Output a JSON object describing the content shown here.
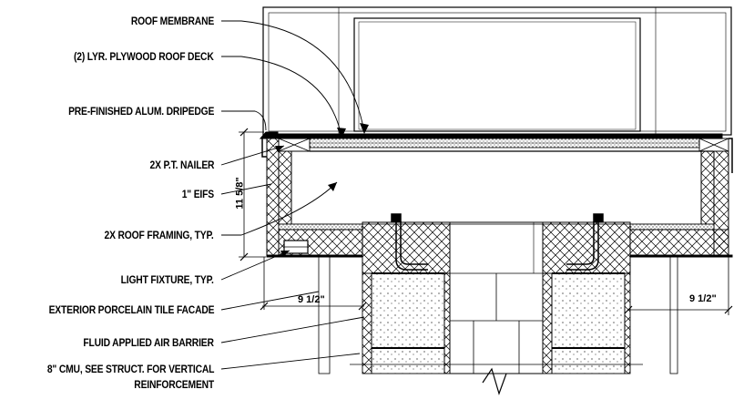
{
  "labels": {
    "roof_membrane": "ROOF MEMBRANE",
    "plywood_deck": "(2) LYR. PLYWOOD ROOF DECK",
    "dripedge": "PRE-FINISHED ALUM. DRIPEDGE",
    "nailer": "2X P.T. NAILER",
    "eifs": "1\" EIFS",
    "roof_framing": "2X ROOF FRAMING, TYP.",
    "light_fixture": "LIGHT FIXTURE, TYP.",
    "tile_facade": "EXTERIOR PORCELAIN TILE FACADE",
    "air_barrier": "FLUID APPLIED AIR BARRIER",
    "cmu_line1": "8\" CMU, SEE STRUCT. FOR VERTICAL",
    "cmu_line2": "REINFORCEMENT"
  },
  "dimensions": {
    "fascia_height": "11 5/8\"",
    "left_offset": "9 1/2\"",
    "right_offset": "9 1/2\""
  }
}
